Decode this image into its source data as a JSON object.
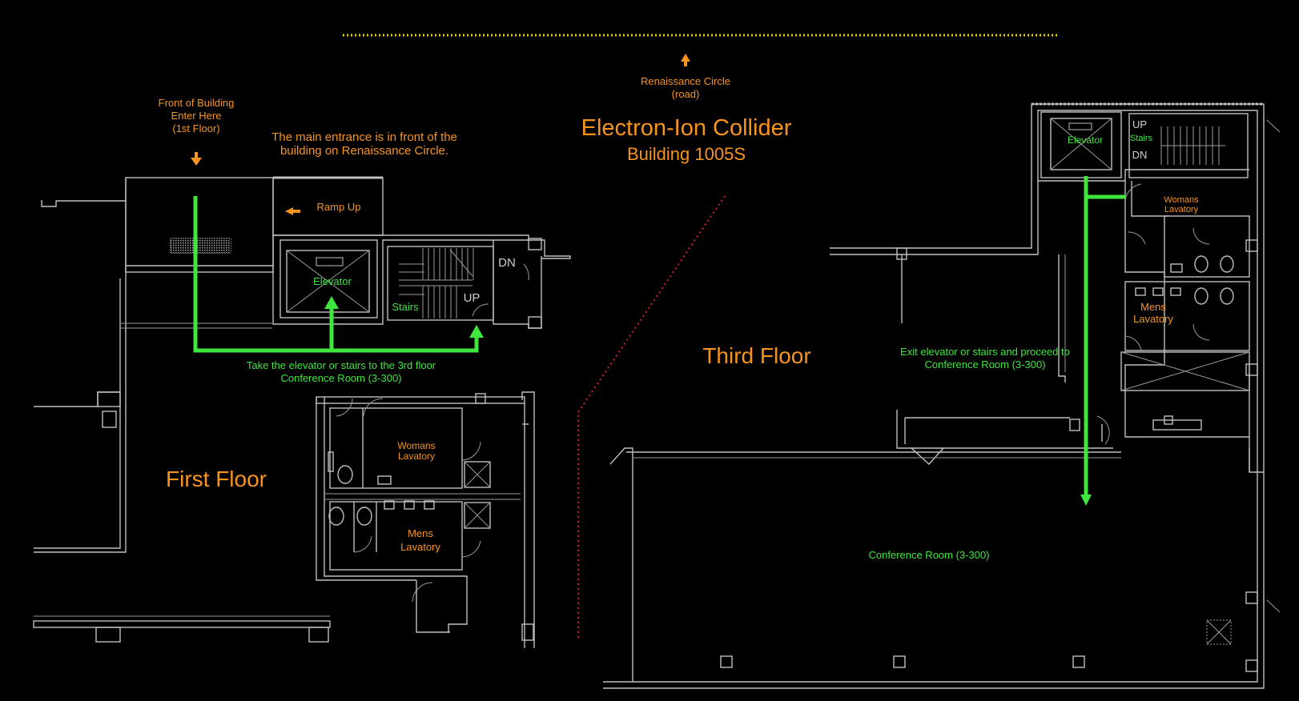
{
  "header": {
    "title": "Electron-Ion Collider",
    "subtitle": "Building 1005S"
  },
  "road": {
    "name": "Renaissance Circle",
    "type": "(road)"
  },
  "first_floor": {
    "title": "First Floor",
    "front_line1": "Front of Building",
    "front_line2": "Enter Here",
    "front_line3": "(1st Floor)",
    "entrance_note_line1": "The main entrance is in front of the",
    "entrance_note_line2": "building on Renaissance Circle.",
    "ramp": "Ramp Up",
    "elevator": "Elevator",
    "stairs": "Stairs",
    "stair_dn": "DN",
    "stair_up": "UP",
    "instruction_line1": "Take the elevator or stairs to the 3rd floor",
    "instruction_line2": "Conference Room (3-300)",
    "womans_line1": "Womans",
    "womans_line2": "Lavatory",
    "mens_line1": "Mens",
    "mens_line2": "Lavatory"
  },
  "third_floor": {
    "title": "Third Floor",
    "elevator": "Elevator",
    "stairs": "Stairs",
    "stair_up": "UP",
    "stair_dn": "DN",
    "womans_line1": "Womans",
    "womans_line2": "Lavatory",
    "mens_line1": "Mens",
    "mens_line2": "Lavatory",
    "instruction_line1": "Exit elevator or stairs and proceed to",
    "instruction_line2": "Conference Room (3-300)",
    "conference_room": "Conference Room (3-300)"
  },
  "colors": {
    "label": "#f7941d",
    "route": "#3ee63e",
    "walls": "#bfbfbf",
    "background": "#000000",
    "road_line": "#e6d200",
    "divider": "#cc2222"
  }
}
